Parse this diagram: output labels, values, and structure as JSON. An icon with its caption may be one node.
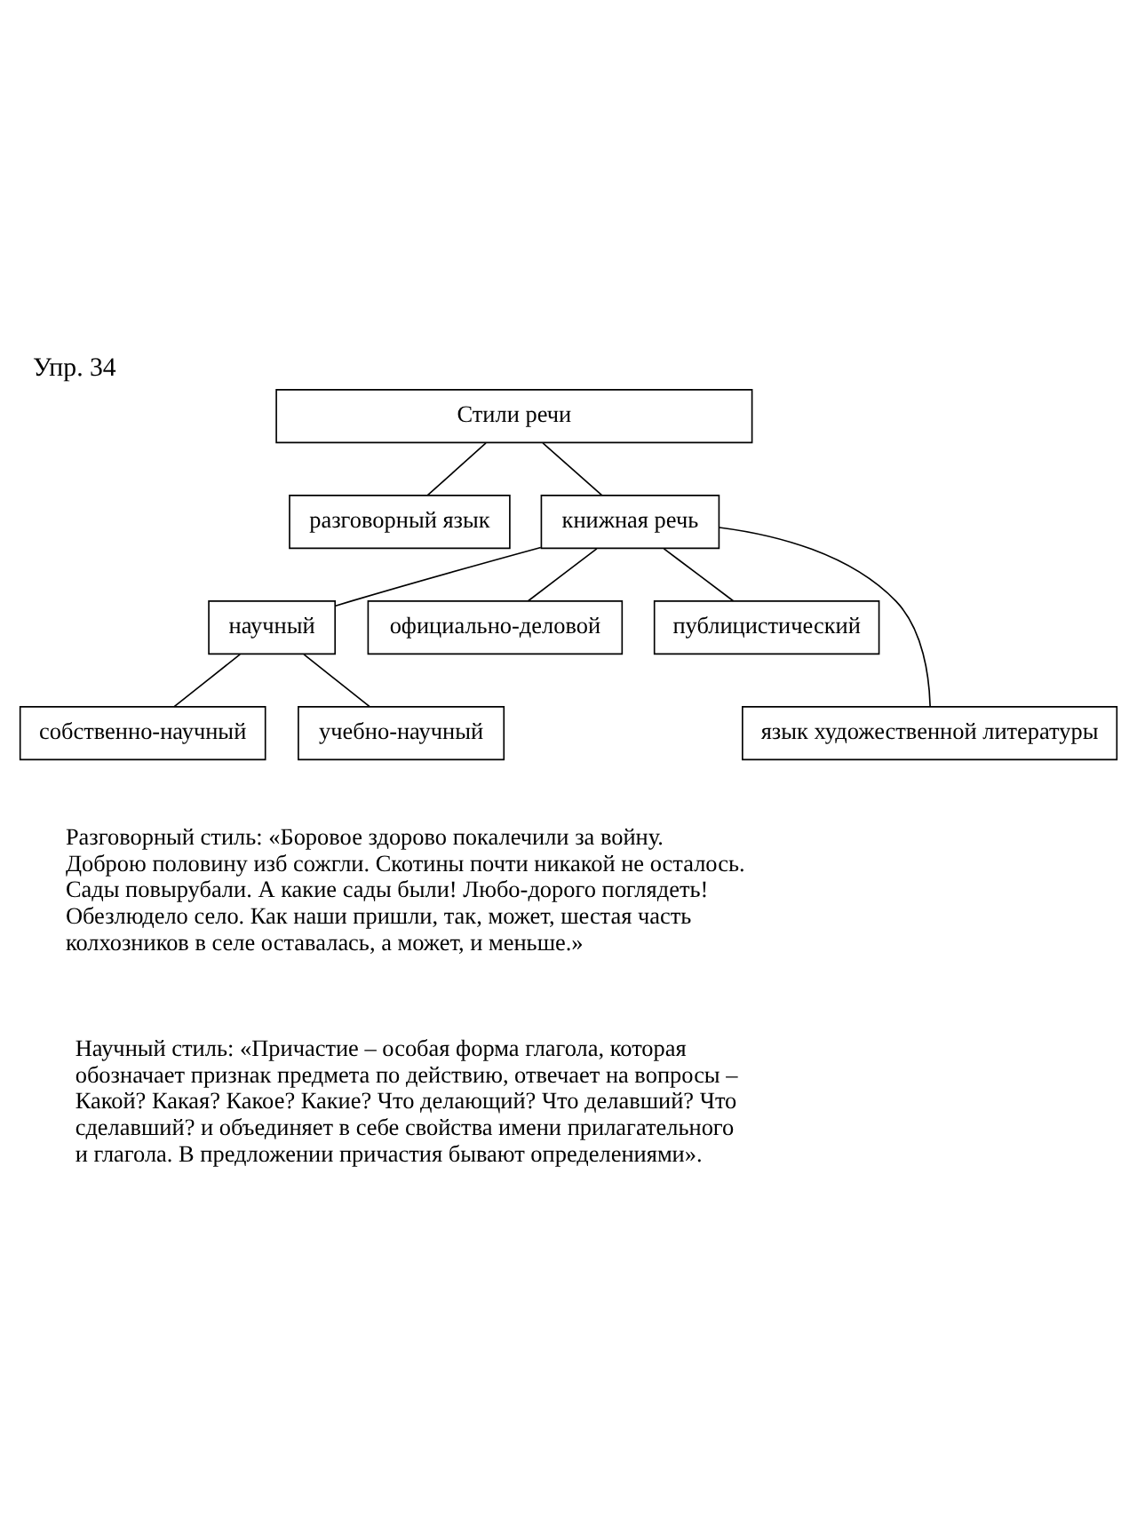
{
  "diagram": {
    "title": "Упр. 34",
    "nodes": [
      {
        "text": [
          "Стили речи"
        ]
      },
      {
        "text": [
          "разговорный язык"
        ]
      },
      {
        "text": [
          "книжная речь"
        ]
      },
      {
        "text": [
          "научный"
        ]
      },
      {
        "text": [
          "официально-деловой"
        ]
      },
      {
        "text": [
          "публицистический"
        ]
      },
      {
        "text": [
          "собственно-научный"
        ]
      },
      {
        "text": [
          "учебно-научный"
        ]
      },
      {
        "text": [
          "язык художественной литературы"
        ]
      }
    ],
    "edges": [
      {
        "from": 0,
        "to": 1,
        "arrow": "none"
      },
      {
        "from": 0,
        "to": 2,
        "arrow": "none"
      },
      {
        "from": 2,
        "to": 3,
        "arrow": "none"
      },
      {
        "from": 2,
        "to": 4,
        "arrow": "none"
      },
      {
        "from": 2,
        "to": 8,
        "arrow": "none"
      },
      {
        "from": 2,
        "to": 5,
        "arrow": "none"
      },
      {
        "from": 3,
        "to": 6,
        "arrow": "none"
      },
      {
        "from": 3,
        "to": 7,
        "arrow": "none"
      }
    ],
    "labels": [
      "Разговорный стиль: «Боровое здорово покалечили за войну. Доброю половину изб сожгли. Скотины почти никакой не осталось. Сады повырубали. А какие сады были! Любо-дорого поглядеть! Обезлюдело село. Как наши пришли, так, может, шестая часть колхозников в селе оставалась, а может, и меньше.»",
      "Научный стиль: «Причастие – особая форма глагола, которая обозначает признак предмета по действию, отвечает на вопросы – Какой? Какая? Какое? Какие? Что делающий? Что делавший? Что сделавший? и объединяет в себе свойства имени прилагательного и глагола. В предложении причастия бывают определениями»."
    ]
  }
}
